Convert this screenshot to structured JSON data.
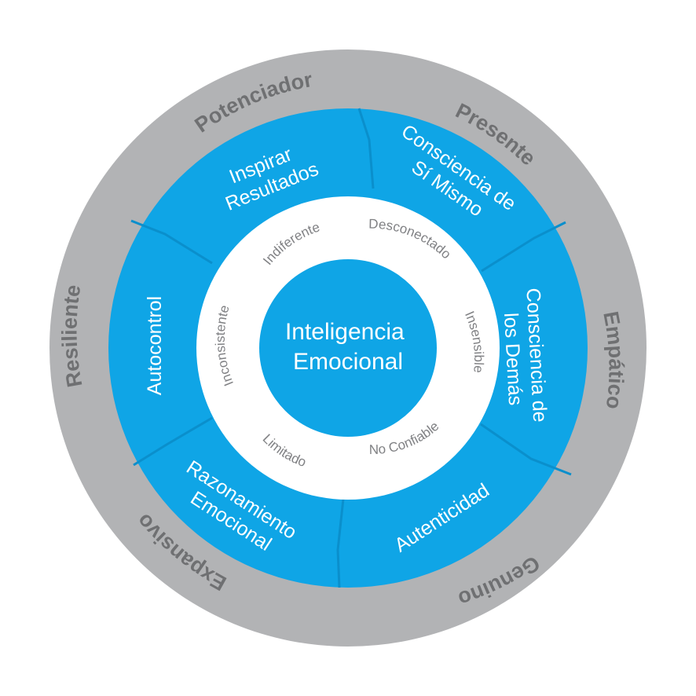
{
  "colors": {
    "outer_ring": "#b2b3b5",
    "outer_text": "#6f7072",
    "blue": "#0fa5e6",
    "inner_ring": "#ffffff",
    "inner_text": "#808184",
    "center_text": "#ffffff",
    "seg_text": "#ffffff"
  },
  "center": {
    "line1": "Inteligencia",
    "line2": "Emocional"
  },
  "outer_ring": {
    "labels": [
      "Potenciador",
      "Presente",
      "Empático",
      "Genuino",
      "Expansivo",
      "Resiliente"
    ]
  },
  "segments": [
    {
      "lines": [
        "Inspirar",
        "Resultados"
      ]
    },
    {
      "lines": [
        "Consciencia de",
        "Sí Mismo"
      ]
    },
    {
      "lines": [
        "Consciencia de",
        "los Demás"
      ]
    },
    {
      "lines": [
        "Autenticidad"
      ]
    },
    {
      "lines": [
        "Razonamiento",
        "Emocional"
      ]
    },
    {
      "lines": [
        "Autocontrol"
      ]
    }
  ],
  "inner_ring": {
    "labels": [
      "Indiferente",
      "Desconectado",
      "Insensible",
      "No Confiable",
      "Limitado",
      "Inconsistente"
    ]
  }
}
